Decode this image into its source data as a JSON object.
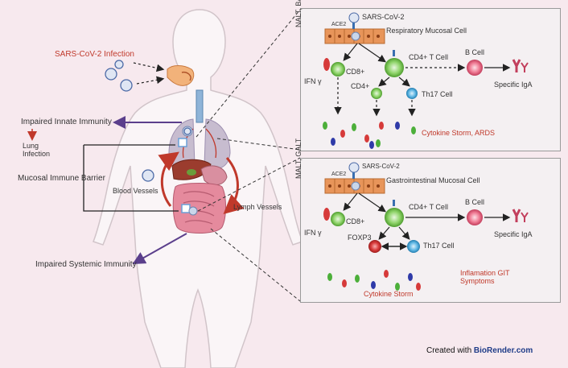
{
  "left": {
    "infection_title": "SARS-CoV-2 Infection",
    "impaired_innate": "Impaired Innate Immunity",
    "lung_infection_line1": "Lung",
    "lung_infection_line2": "Infection",
    "mucosal_barrier": "Mucosal Immune Barrier",
    "blood_vessels": "Blood Vessels",
    "lymph_vessels": "Lymph Vessels",
    "impaired_systemic": "Impaired Systemic Immunity"
  },
  "panel_top": {
    "side_label": "NALT, BALT",
    "virus": "SARS-CoV-2",
    "ace2": "ACE2",
    "mucosal_cell": "Respiratory Mucosal Cell",
    "cd4_t_cell": "CD4+ T Cell",
    "b_cell": "B Cell",
    "ifn": "IFN γ",
    "cd8": "CD8+",
    "specific_iga": "Specific IgA",
    "cd4": "CD4+",
    "th17": "Th17 Cell",
    "outcome": "Cytokine Storm, ARDS"
  },
  "panel_bottom": {
    "side_label": "MALT, GALT",
    "virus": "SARS-CoV-2",
    "ace2": "ACE2",
    "mucosal_cell": "Gastrointestinal Mucosal Cell",
    "cd4_t_cell": "CD4+ T Cell",
    "b_cell": "B Cell",
    "ifn": "IFN γ",
    "cd8": "CD8+",
    "foxp3": "FOXP3",
    "th17": "Th17 Cell",
    "specific_iga": "Specific IgA",
    "outcome1_line1": "Inflamation GIT",
    "outcome1_line2": "Symptoms",
    "outcome2": "Cytokine Storm"
  },
  "credit": {
    "prefix": "Created with ",
    "brand": "BioRender.com"
  },
  "colors": {
    "background": "#f7e9ee",
    "accent_red": "#c0392b",
    "arrow_purple": "#5b3f8c",
    "green_cell": "#6cc24a",
    "pink_cell": "#e85d7a",
    "blue_cell": "#3a9fd6",
    "mucosa": "#e8955a"
  }
}
